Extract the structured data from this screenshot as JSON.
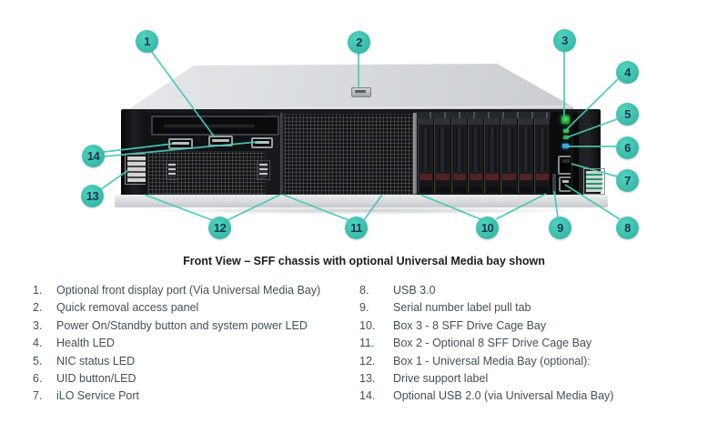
{
  "caption": "Front View – SFF chassis with optional Universal Media bay shown",
  "callout_numbers": [
    "1",
    "2",
    "3",
    "4",
    "5",
    "6",
    "7",
    "8",
    "9",
    "10",
    "11",
    "12",
    "13",
    "14"
  ],
  "legend": {
    "left": [
      {
        "num": "1.",
        "text": "Optional front display port (Via Universal Media Bay)"
      },
      {
        "num": "2.",
        "text": "Quick removal access panel"
      },
      {
        "num": "3.",
        "text": "Power On/Standby button and system power LED"
      },
      {
        "num": "4.",
        "text": "Health LED"
      },
      {
        "num": "5.",
        "text": "NIC status LED"
      },
      {
        "num": "6.",
        "text": "UID button/LED"
      },
      {
        "num": "7.",
        "text": "iLO Service Port"
      }
    ],
    "right": [
      {
        "num": "8.",
        "text": "USB 3.0"
      },
      {
        "num": "9.",
        "text": "Serial number label pull tab"
      },
      {
        "num": "10.",
        "text": "Box 3 - 8 SFF Drive Cage Bay"
      },
      {
        "num": "11.",
        "text": "Box 2 - Optional 8 SFF Drive Cage Bay"
      },
      {
        "num": "12.",
        "text": "Box 1 - Universal Media Bay (optional):"
      },
      {
        "num": "13.",
        "text": "Drive support label"
      },
      {
        "num": "14.",
        "text": "Optional USB 2.0 (via Universal Media Bay)"
      }
    ]
  },
  "colors": {
    "callout_accent": "#3fc3b2",
    "callout_number": "#16384a",
    "leader_line": "#49c7b6",
    "caption_text": "#1b1c1e",
    "legend_text": "#42505a",
    "chassis_top": "#d9dcde",
    "front_panel": "#17191b",
    "power_led_green": "#35c24d",
    "uid_led_blue": "#38a8dc",
    "drive_latch_red": "#542124",
    "drive_led_green": "#2fae57"
  }
}
